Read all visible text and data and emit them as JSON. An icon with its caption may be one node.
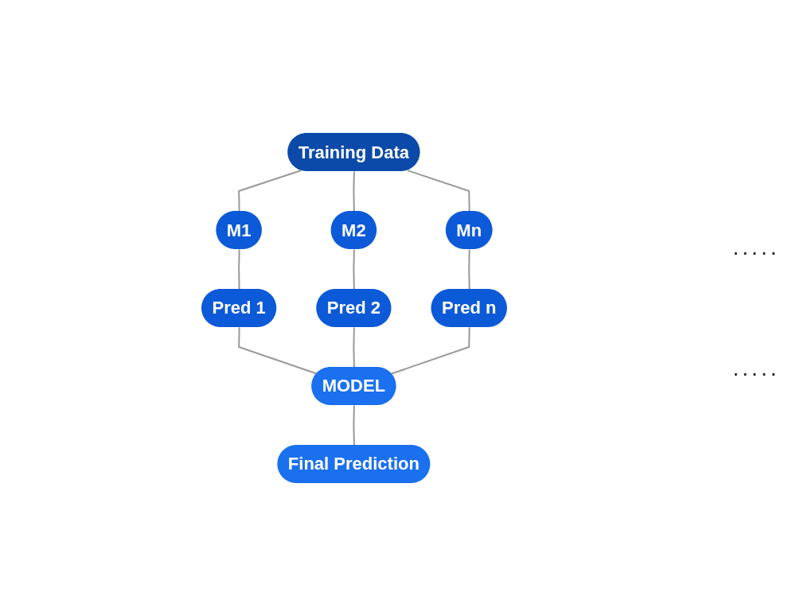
{
  "diagram": {
    "nodes": [
      {
        "text": [
          "Training Data"
        ]
      },
      {
        "text": [
          "M1"
        ]
      },
      {
        "text": [
          "M2"
        ]
      },
      {
        "text": [
          "Mn"
        ]
      },
      {
        "text": [
          "Pred 1"
        ]
      },
      {
        "text": [
          "Pred 2"
        ]
      },
      {
        "text": [
          "Pred n"
        ]
      },
      {
        "text": [
          "MODEL"
        ]
      },
      {
        "text": [
          "Final Prediction"
        ]
      }
    ],
    "edges": [
      {
        "from": 0,
        "to": 1,
        "arrow": "none"
      },
      {
        "from": 0,
        "to": 2,
        "arrow": "none"
      },
      {
        "from": 0,
        "to": 3,
        "arrow": "none"
      },
      {
        "from": 1,
        "to": 4,
        "arrow": "none"
      },
      {
        "from": 2,
        "to": 5,
        "arrow": "none"
      },
      {
        "from": 3,
        "to": 6,
        "arrow": "none"
      },
      {
        "from": 4,
        "to": 7,
        "arrow": "none"
      },
      {
        "from": 5,
        "to": 7,
        "arrow": "none"
      },
      {
        "from": 6,
        "to": 7,
        "arrow": "none"
      },
      {
        "from": 7,
        "to": 8,
        "arrow": "none"
      }
    ],
    "labels": [
      ".....",
      "....."
    ]
  }
}
